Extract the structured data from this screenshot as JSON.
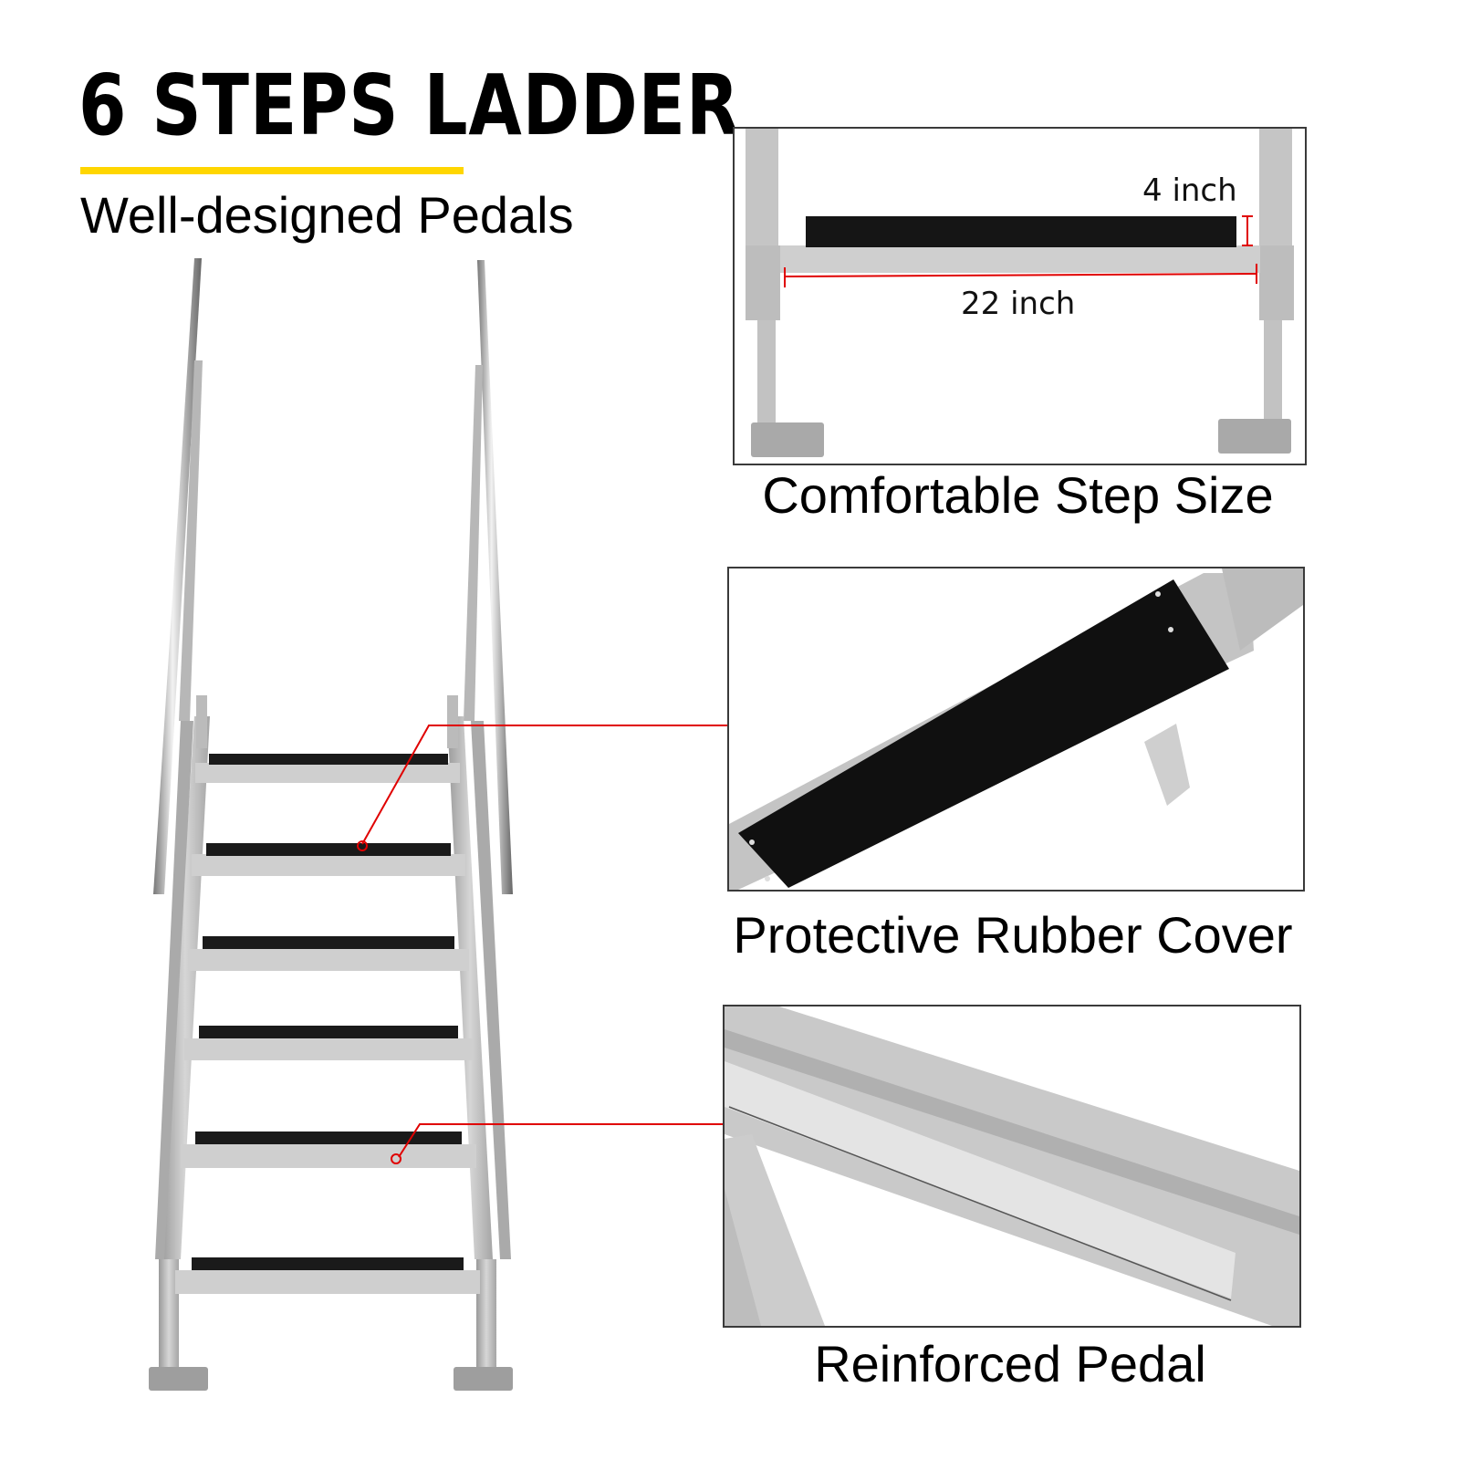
{
  "header": {
    "title": "6 STEPS LADDER",
    "subtitle": "Well-designed Pedals",
    "accent_color": "#ffd600"
  },
  "ladder": {
    "step_count": 6,
    "tread_color": "#1a1a1a",
    "frame_color": "#c8c8c8",
    "callout_color": "#e00000"
  },
  "panels": [
    {
      "caption": "Comfortable Step Size",
      "dimensions": {
        "depth_label": "4 inch",
        "width_label": "22 inch"
      }
    },
    {
      "caption": "Protective Rubber Cover"
    },
    {
      "caption": "Reinforced Pedal"
    }
  ]
}
